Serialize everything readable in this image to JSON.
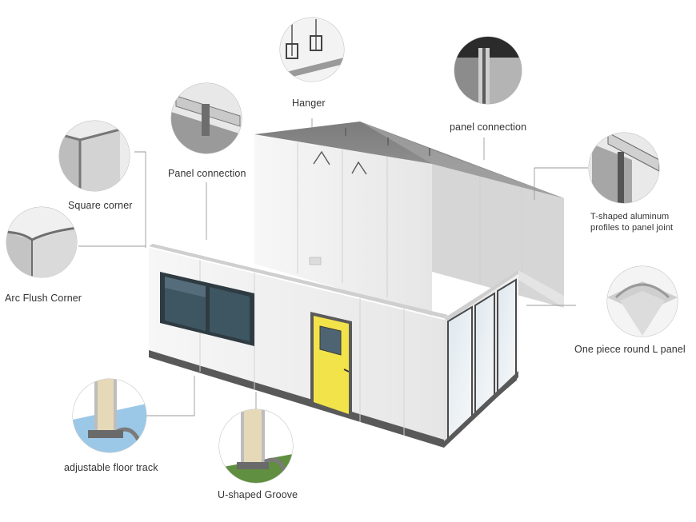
{
  "colors": {
    "panel_white": "#f4f4f4",
    "panel_shadow": "#d9d9d9",
    "roof_gray": "#8a8a8a",
    "frame_dark": "#4a4a4a",
    "door_yellow": "#f2e34a",
    "window_blue": "#3f5866",
    "floor_blue": "#9cc8e8",
    "floor_green": "#5f8f3f",
    "circle_border": "#bdbdbd",
    "leader_line": "#9a9a9a",
    "label_text": "#333333"
  },
  "callouts": {
    "hanger": {
      "label": "Hanger",
      "icon": "hanger-icon"
    },
    "panel_connection_top": {
      "label": "panel connection",
      "icon": "panel-connection-icon"
    },
    "panel_connection_left": {
      "label": "Panel connection",
      "icon": "panel-connection-icon"
    },
    "square_corner": {
      "label": "Square corner",
      "icon": "square-corner-icon"
    },
    "t_shaped": {
      "label_line1": "T-shaped aluminum",
      "label_line2": "profiles to panel joint",
      "icon": "t-profile-icon"
    },
    "arc_flush_corner": {
      "label": "Arc Flush Corner",
      "icon": "arc-corner-icon"
    },
    "round_l_panel": {
      "label": "One piece round L panel",
      "icon": "round-l-panel-icon"
    },
    "floor_track": {
      "label": "adjustable floor track",
      "icon": "floor-track-icon"
    },
    "u_groove": {
      "label": "U-shaped Groove",
      "icon": "u-groove-icon"
    }
  }
}
